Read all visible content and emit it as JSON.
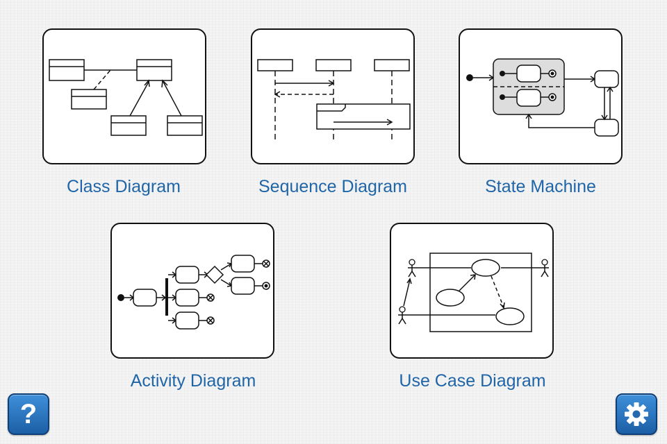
{
  "diagram_types": [
    {
      "label": "Class Diagram"
    },
    {
      "label": "Sequence Diagram"
    },
    {
      "label": "State Machine"
    },
    {
      "label": "Activity Diagram"
    },
    {
      "label": "Use Case Diagram"
    }
  ],
  "help_button": {
    "glyph": "?",
    "icon": "question-mark-icon"
  },
  "settings_button": {
    "icon": "gear-icon"
  },
  "colors": {
    "label": "#1f65a8",
    "button": "#2a73c2",
    "tile_border": "#111111"
  }
}
